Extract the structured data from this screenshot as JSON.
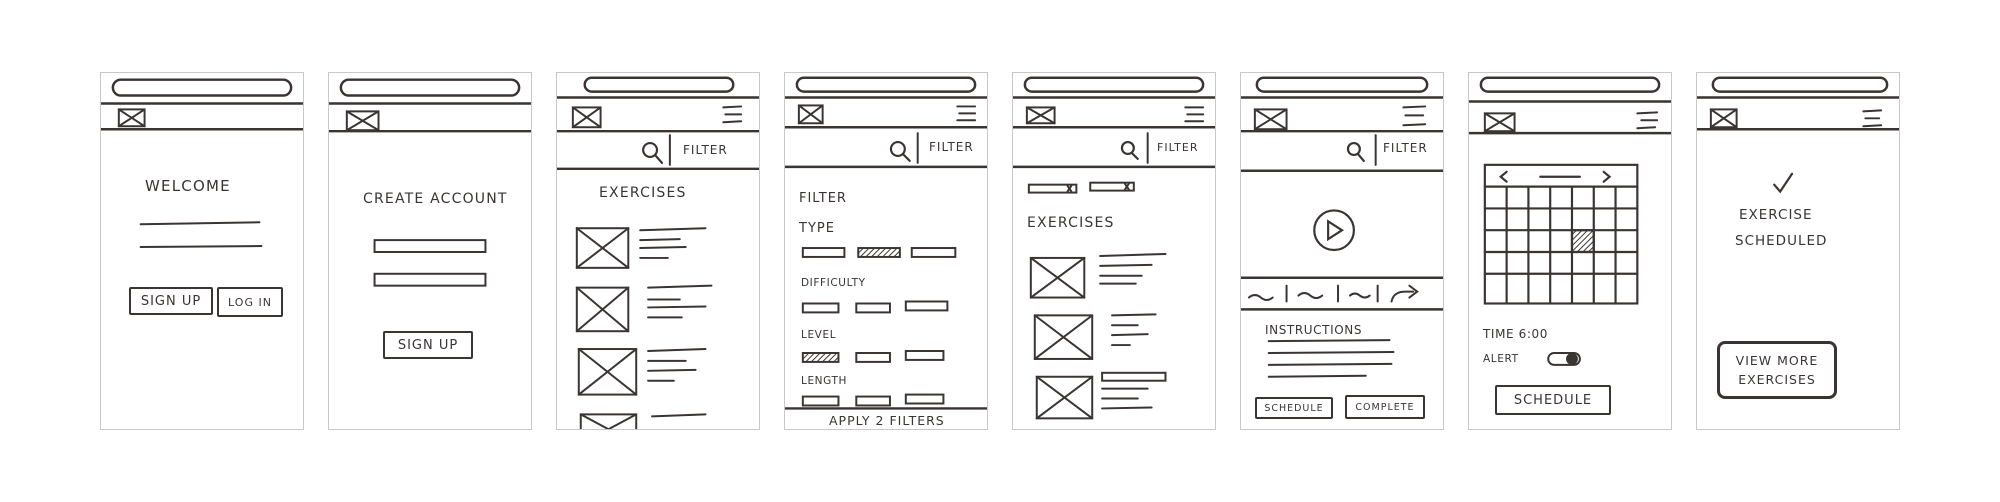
{
  "screens": [
    {
      "title": "Welcome",
      "signup_label": "Sign Up",
      "login_label": "Log In"
    },
    {
      "title": "Create Account",
      "signup_label": "Sign Up"
    },
    {
      "filter_label": "Filter",
      "heading": "Exercises"
    },
    {
      "filter_label": "Filter",
      "heading": "Filter",
      "type_label": "Type",
      "difficulty_label": "Difficulty",
      "level_label": "Level",
      "length_label": "Length",
      "apply_label": "Apply 2 Filters"
    },
    {
      "filter_label": "Filter",
      "heading": "Exercises"
    },
    {
      "filter_label": "Filter",
      "instructions_label": "Instructions",
      "schedule_label": "Schedule",
      "complete_label": "Complete"
    },
    {
      "time_label": "Time 6:00",
      "alert_label": "Alert",
      "schedule_label": "Schedule"
    },
    {
      "line1": "Exercise",
      "line2": "Scheduled",
      "view_more_line1": "View More",
      "view_more_line2": "Exercises"
    }
  ],
  "icons": {
    "logo": "image-placeholder-icon",
    "menu": "hamburger-menu-icon",
    "search": "search-icon",
    "play": "play-icon",
    "share": "share-arrow-icon",
    "check": "checkmark-icon",
    "toggle": "toggle-switch-icon"
  },
  "colors": {
    "ink": "#3a3433",
    "frame_border": "#c9c9c9",
    "background": "#ffffff"
  }
}
